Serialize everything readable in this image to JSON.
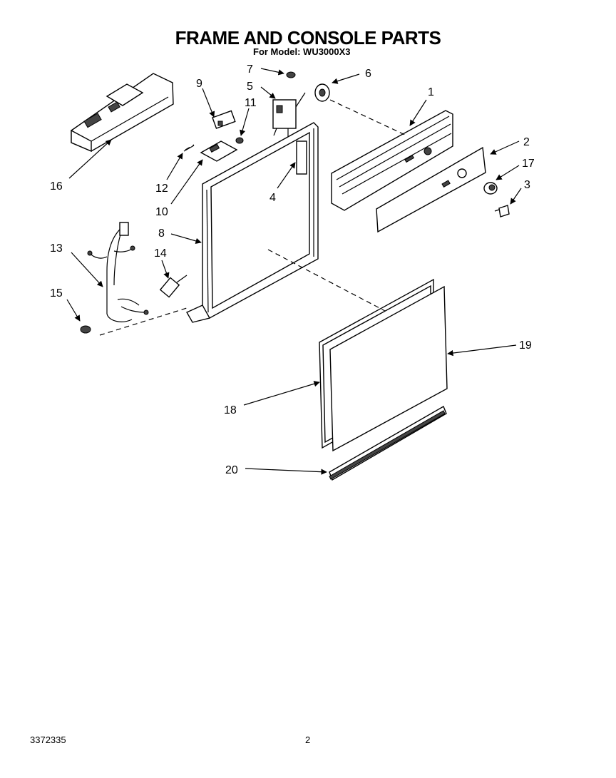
{
  "title": "FRAME AND CONSOLE PARTS",
  "subtitle": "For Model: WU3000X3",
  "footer": {
    "doc_number": "3372335",
    "page_number": "2"
  },
  "callouts": {
    "c1": "1",
    "c2": "2",
    "c3": "3",
    "c4": "4",
    "c5": "5",
    "c6": "6",
    "c7": "7",
    "c8": "8",
    "c9": "9",
    "c10": "10",
    "c11": "11",
    "c12": "12",
    "c13": "13",
    "c14": "14",
    "c15": "15",
    "c16": "16",
    "c17": "17",
    "c18": "18",
    "c19": "19",
    "c20": "20"
  }
}
